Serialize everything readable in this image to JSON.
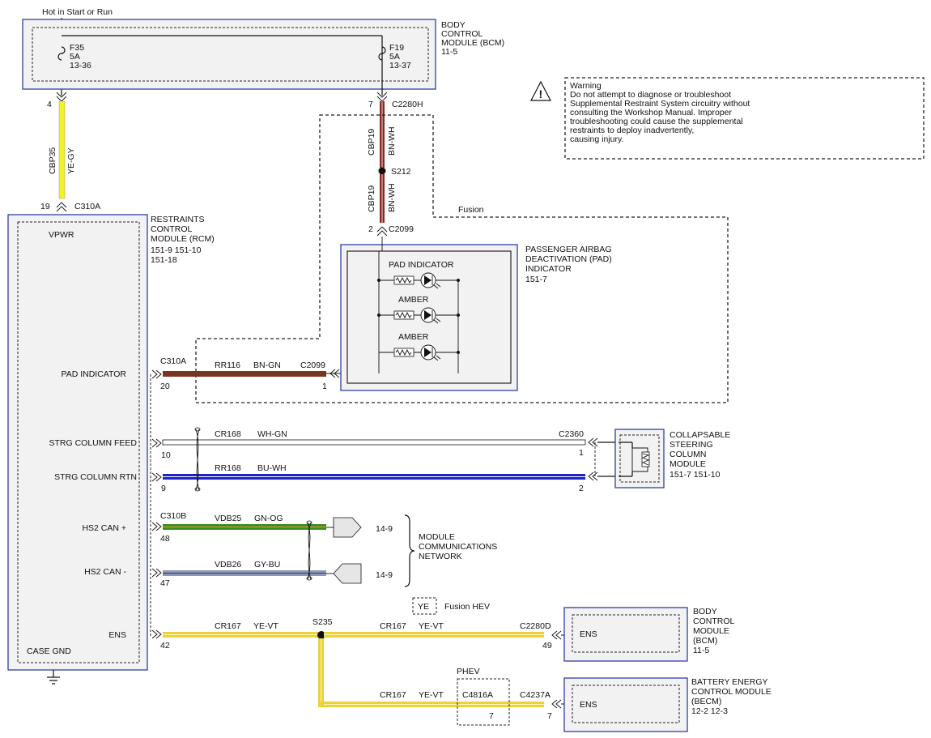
{
  "supply": {
    "label": "Hot in Start or Run"
  },
  "bcm_top": {
    "title_1": "BODY",
    "title_2": "CONTROL",
    "title_3": "MODULE (BCM)",
    "title_4": "11-5",
    "f35": {
      "name": "F35",
      "rating": "5A",
      "ref": "13-36"
    },
    "f19": {
      "name": "F19",
      "rating": "5A",
      "ref": "13-37"
    }
  },
  "wires": {
    "cbp35": {
      "circuit": "CBP35",
      "color": "YE-GY",
      "pin_top": "4",
      "pin_bottom": "19",
      "connector": "C310A"
    },
    "cbp19a": {
      "circuit": "CBP19",
      "color": "BN-WH",
      "pin_top": "7",
      "connector_top": "C2280H"
    },
    "splice_s212": "S212",
    "cbp19b": {
      "circuit": "CBP19",
      "color": "BN-WH",
      "pin": "2",
      "connector": "C2099"
    },
    "rr116": {
      "connector_left": "C310A",
      "circuit": "RR116",
      "color": "BN-GN",
      "connector_right": "C2099",
      "pin_left": "20",
      "pin_right": "1"
    },
    "cr168": {
      "circuit": "CR168",
      "color": "WH-GN",
      "pin_left": "10",
      "pin_right": "1",
      "connector": "C2360"
    },
    "rr168": {
      "circuit": "RR168",
      "color": "BU-WH",
      "pin_left": "9",
      "pin_right": "2"
    },
    "vdb25": {
      "connector": "C310B",
      "circuit": "VDB25",
      "color": "GN-OG",
      "pin": "48",
      "ref": "14-9"
    },
    "vdb26": {
      "circuit": "VDB26",
      "color": "GY-BU",
      "pin": "47",
      "ref": "14-9"
    },
    "cr167a": {
      "circuit": "CR167",
      "color": "YE-VT",
      "pin": "42"
    },
    "splice_s235": "S235",
    "cr167b": {
      "circuit": "CR167",
      "color": "YE-VT",
      "connector": "C2280D",
      "pin": "49"
    },
    "cr167c": {
      "circuit": "CR167",
      "color": "YE-VT",
      "connector_mid": "C4816A",
      "pin_mid": "7",
      "connector": "C4237A",
      "pin": "7"
    }
  },
  "warning": {
    "line1": "Warning",
    "line2": "Do not attempt to diagnose or troubleshoot",
    "line3": "Supplemental Restraint System circuitry without",
    "line4": "consulting the Workshop Manual. Improper",
    "line5": "troubleshooting could cause the supplemental",
    "line6": "restraints to deploy inadvertently,",
    "line7": "causing injury."
  },
  "fusion_label": "Fusion",
  "rcm": {
    "title_1": "RESTRAINTS",
    "title_2": "CONTROL",
    "title_3": "MODULE (RCM)",
    "title_4": "151-9   151-10",
    "title_5": "151-18",
    "vpwr": "VPWR",
    "pad_indicator": "PAD INDICATOR",
    "strg_feed": "STRG COLUMN FEED",
    "strg_rtn": "STRG COLUMN RTN",
    "hs2_can_plus": "HS2 CAN +",
    "hs2_can_minus": "HS2 CAN -",
    "ens": "ENS",
    "case_gnd": "CASE GND"
  },
  "pad": {
    "title_1": "PASSENGER AIRBAG",
    "title_2": "DEACTIVATION (PAD)",
    "title_3": "INDICATOR",
    "title_4": "151-7",
    "led1": "PAD INDICATOR",
    "led2": "AMBER",
    "led3": "AMBER"
  },
  "ccsm": {
    "title_1": "COLLAPSABLE",
    "title_2": "STEERING",
    "title_3": "COLUMN",
    "title_4": "MODULE",
    "title_5": "151-7   151-10"
  },
  "mcn": {
    "title_1": "MODULE",
    "title_2": "COMMUNICATIONS",
    "title_3": "NETWORK"
  },
  "ye_legend": {
    "code": "YE",
    "label": "Fusion HEV"
  },
  "bcm_bottom": {
    "ens": "ENS",
    "title_1": "BODY",
    "title_2": "CONTROL",
    "title_3": "MODULE",
    "title_4": "(BCM)",
    "title_5": "11-5"
  },
  "phev": "PHEV",
  "becm": {
    "ens": "ENS",
    "title_1": "BATTERY ENERGY",
    "title_2": "CONTROL MODULE",
    "title_3": "(BECM)",
    "title_4": "12-2    12-3"
  },
  "colors": {
    "ye_gy": "#f2f21d",
    "bn": "#8a2b23",
    "bn_gn": "#7a3520",
    "wh_gn": "#ffffff",
    "bu_wh": "#1c23c8",
    "gn_og": "#3b8d1f",
    "gy_bu": "#8d97b2",
    "ye_vt": "#e9d23a",
    "box_border": "#2f3fa0"
  }
}
